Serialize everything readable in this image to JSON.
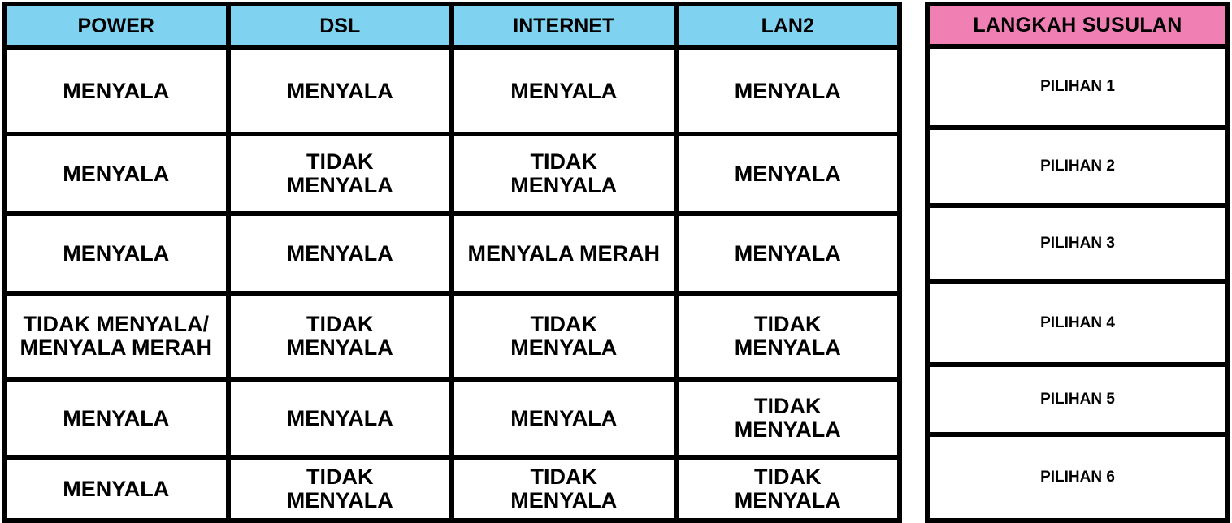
{
  "status_table": {
    "headers": [
      "POWER",
      "DSL",
      "INTERNET",
      "LAN2"
    ],
    "rows": [
      [
        "MENYALA",
        "MENYALA",
        "MENYALA",
        "MENYALA"
      ],
      [
        "MENYALA",
        "TIDAK\nMENYALA",
        "TIDAK\nMENYALA",
        "MENYALA"
      ],
      [
        "MENYALA",
        "MENYALA",
        "MENYALA MERAH",
        "MENYALA"
      ],
      [
        "TIDAK MENYALA/\nMENYALA MERAH",
        "TIDAK\nMENYALA",
        "TIDAK\nMENYALA",
        "TIDAK\nMENYALA"
      ],
      [
        "MENYALA",
        "MENYALA",
        "MENYALA",
        "TIDAK\nMENYALA"
      ],
      [
        "MENYALA",
        "TIDAK\nMENYALA",
        "TIDAK\nMENYALA",
        "TIDAK\nMENYALA"
      ]
    ]
  },
  "steps_table": {
    "header": "LANGKAH SUSULAN",
    "options": [
      "PILIHAN 1",
      "PILIHAN 2",
      "PILIHAN 3",
      "PILIHAN 4",
      "PILIHAN 5",
      "PILIHAN 6"
    ]
  },
  "colors": {
    "status_header_bg": "#7fd3f0",
    "steps_header_bg": "#f07fb4",
    "border": "#000000"
  }
}
